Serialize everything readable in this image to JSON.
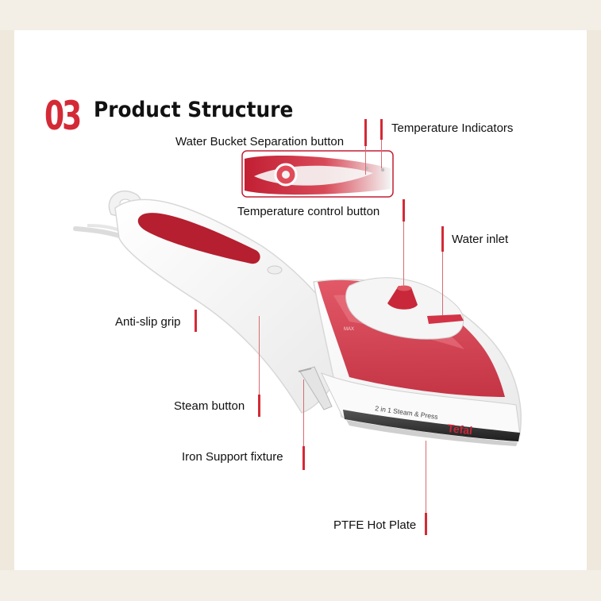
{
  "header": {
    "section_number": "03",
    "title": "Product Structure"
  },
  "product": {
    "body_text": "2 in 1 Steam & Press",
    "brand": "Tefal",
    "tank_mark": "MAX"
  },
  "labels": {
    "water_bucket_separation_button": "Water Bucket Separation button",
    "temperature_indicators": "Temperature Indicators",
    "temperature_control_button": "Temperature control button",
    "water_inlet": "Water inlet",
    "anti_slip_grip": "Anti-slip grip",
    "steam_button": "Steam button",
    "iron_support_fixture": "Iron Support fixture",
    "ptfe_hot_plate": "PTFE Hot Plate"
  },
  "colors": {
    "accent_red": "#d42a36",
    "body_white": "#f7f7f7",
    "handle_red": "#b51f2f"
  }
}
